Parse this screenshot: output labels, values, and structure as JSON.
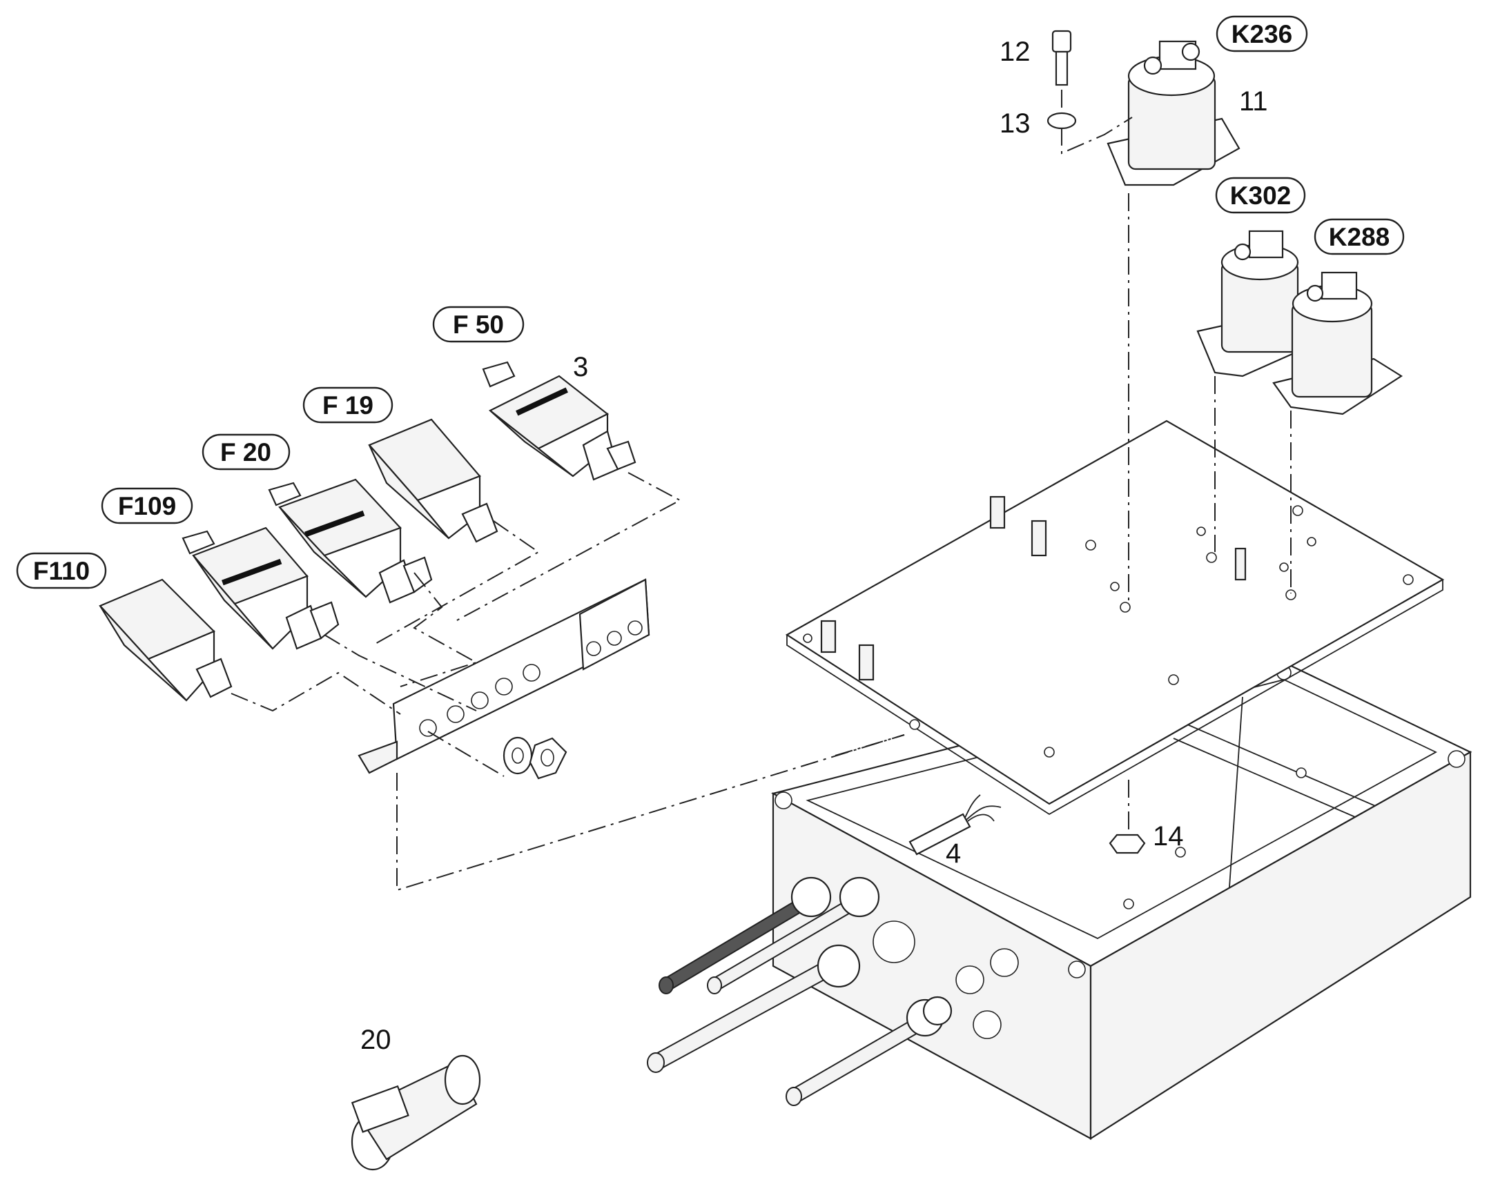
{
  "diagram": {
    "designation_tags": [
      {
        "id": "f50",
        "text": "F 50"
      },
      {
        "id": "f19",
        "text": "F 19"
      },
      {
        "id": "f20",
        "text": "F 20"
      },
      {
        "id": "f109",
        "text": "F109"
      },
      {
        "id": "f110",
        "text": "F110"
      },
      {
        "id": "k236",
        "text": "K236"
      },
      {
        "id": "k302",
        "text": "K302"
      },
      {
        "id": "k288",
        "text": "K288"
      }
    ],
    "item_numbers": [
      {
        "id": "n3",
        "text": "3"
      },
      {
        "id": "n4",
        "text": "4"
      },
      {
        "id": "n11",
        "text": "11"
      },
      {
        "id": "n12",
        "text": "12"
      },
      {
        "id": "n13",
        "text": "13"
      },
      {
        "id": "n14",
        "text": "14"
      },
      {
        "id": "n20",
        "text": "20"
      }
    ]
  }
}
